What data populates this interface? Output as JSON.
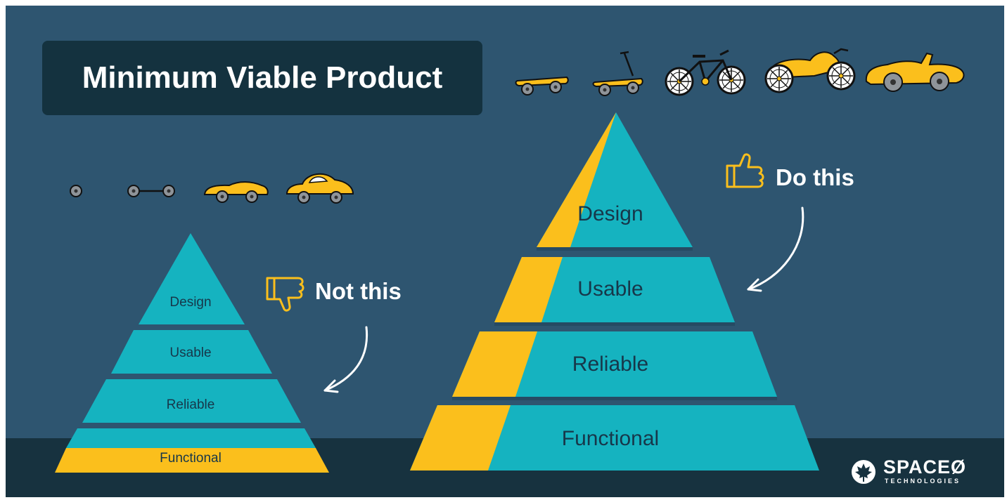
{
  "title": "Minimum Viable Product",
  "colors": {
    "background": "#2e5570",
    "ground": "#17323f",
    "teal": "#15b3c0",
    "yellow": "#fbbf1c",
    "dark_text": "#17374a"
  },
  "wrong_approach": {
    "callout": "Not this",
    "icon": "thumbs-down-icon",
    "stages": [
      "wheel",
      "axle",
      "car-body",
      "car"
    ],
    "layers": [
      "Design",
      "Usable",
      "Reliable",
      "Functional"
    ],
    "highlighted_layer": "Functional"
  },
  "right_approach": {
    "callout": "Do this",
    "icon": "thumbs-up-icon",
    "stages": [
      "skateboard",
      "scooter",
      "bicycle",
      "motorcycle",
      "car"
    ],
    "layers": [
      "Design",
      "Usable",
      "Reliable",
      "Functional"
    ]
  },
  "brand": {
    "name": "SPACEØ",
    "sub": "TECHNOLOGIES",
    "icon": "maple-leaf-icon"
  }
}
